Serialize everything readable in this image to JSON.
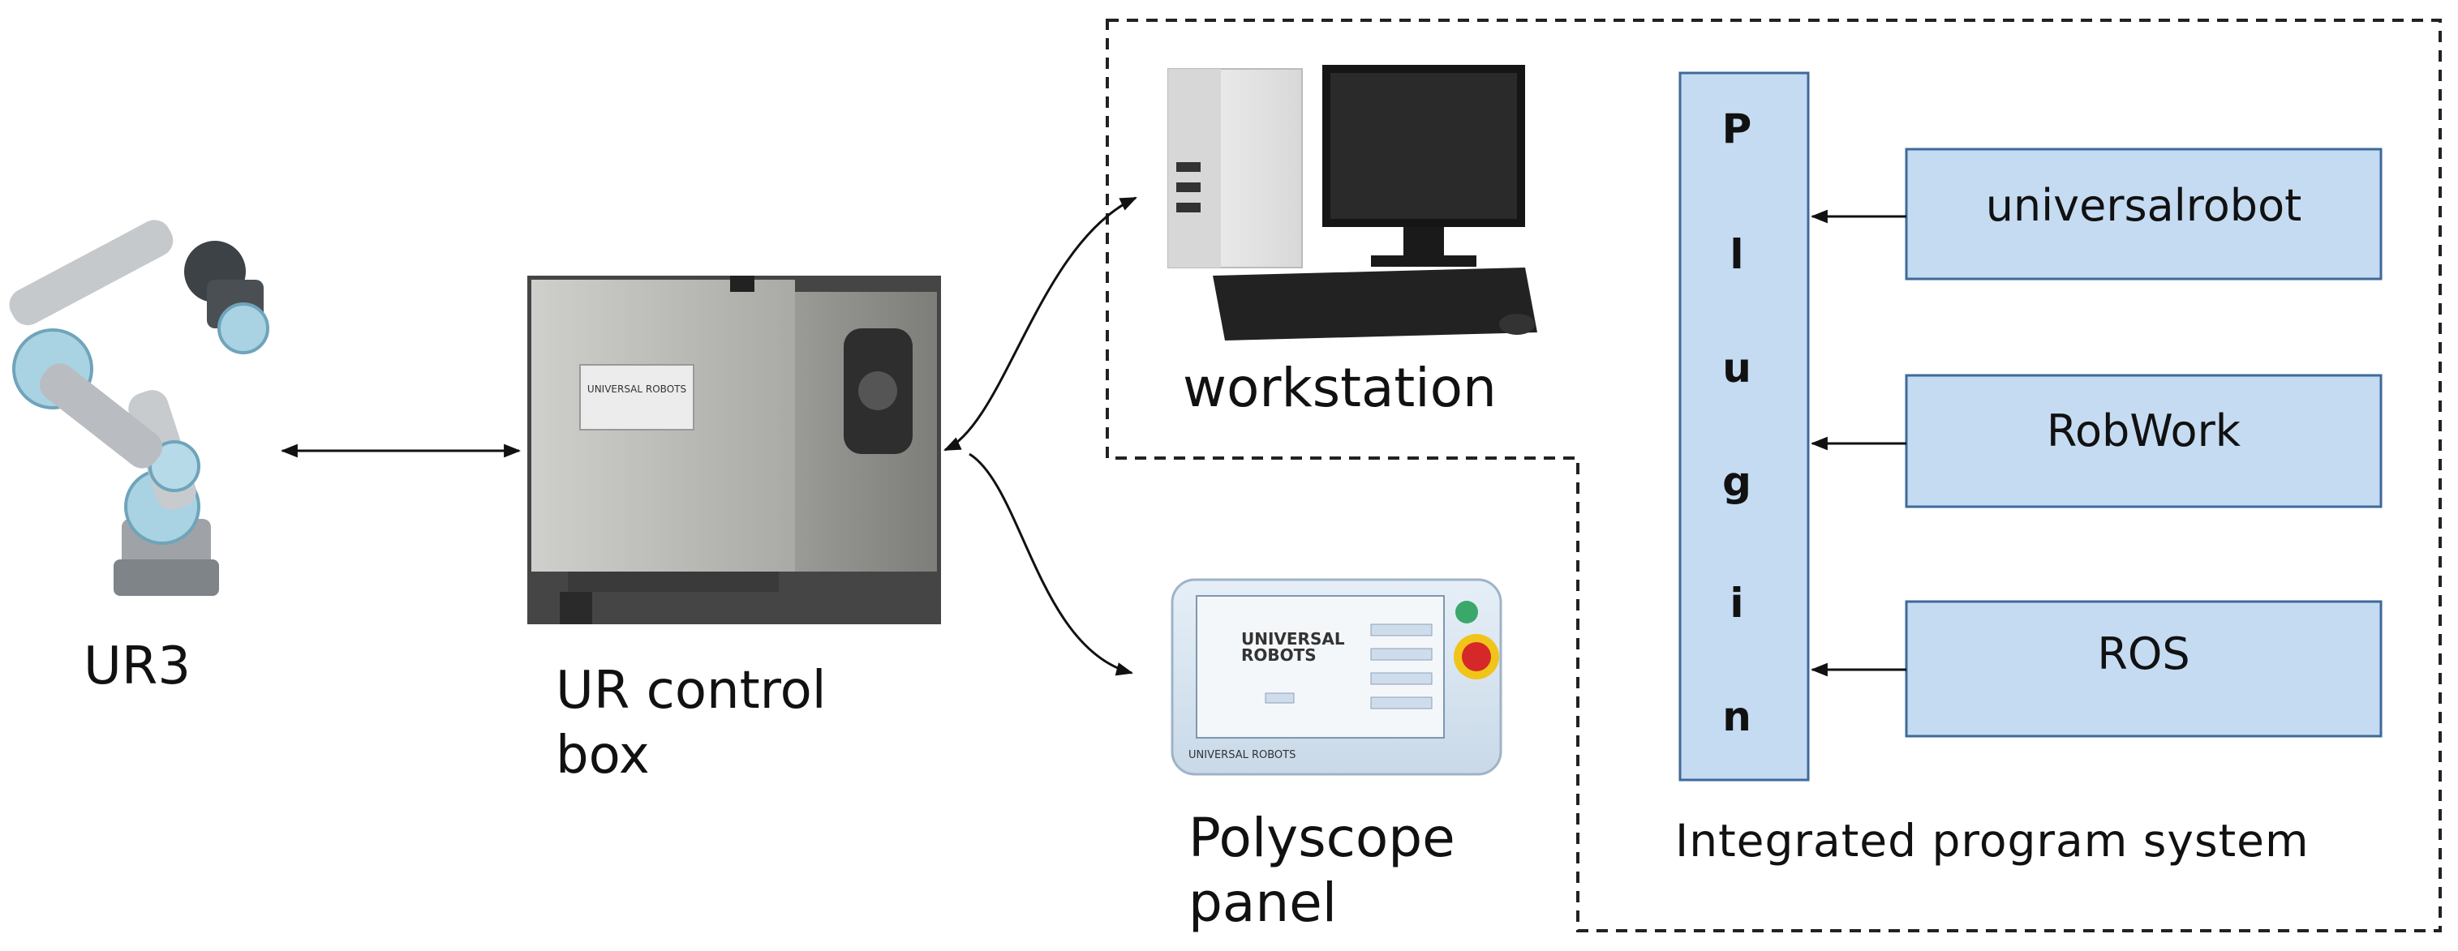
{
  "labels": {
    "robot": "UR3",
    "control_box_line1": "UR control",
    "control_box_line2": "box",
    "workstation": "workstation",
    "panel_line1": "Polyscope",
    "panel_line2": "panel",
    "system": "Integrated program system"
  },
  "plugin_letters": [
    "P",
    "l",
    "u",
    "g",
    "i",
    "n"
  ],
  "modules": [
    "universalrobot",
    "RobWork",
    "ROS"
  ],
  "control_box_plate": "UNIVERSAL ROBOTS",
  "panel_screen": {
    "brand_line1": "UNIVERSAL",
    "brand_line2": "ROBOTS",
    "footer": "UNIVERSAL ROBOTS"
  },
  "colors": {
    "box_fill": "#c5dbf2",
    "box_stroke": "#3e6a9a",
    "arrow": "#111111",
    "dashed_border": "#222222"
  }
}
